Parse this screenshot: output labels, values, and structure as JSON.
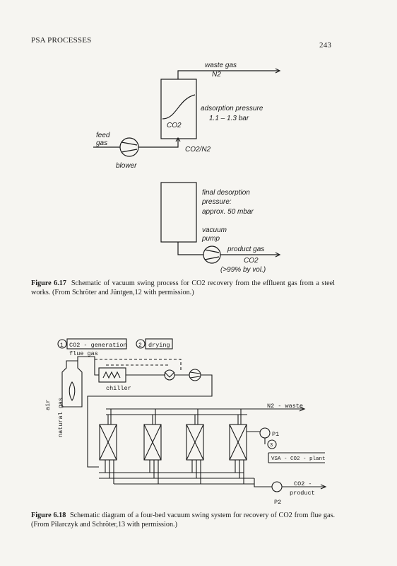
{
  "header": {
    "section_title": "PSA PROCESSES",
    "page_number": "243"
  },
  "figure_6_17": {
    "waste_gas": "waste gas",
    "n2": "N2",
    "adsorption_pressure": "adsorption pressure",
    "adsorption_range": "1.1 – 1.3 bar",
    "co2_bed": "CO2",
    "co2_n2": "CO2/N2",
    "feed": "feed",
    "gas": "gas",
    "blower": "blower",
    "final_desorption": "final desorption",
    "pressure": "pressure:",
    "approx": "approx. 50 mbar",
    "vacuum": "vacuum",
    "pump": "pump",
    "product_gas": "product gas",
    "co2_product": "CO2",
    "purity": "(>99% by vol.)",
    "caption_label": "Figure 6.17",
    "caption_text": "Schematic of vacuum swing process for CO2 recovery from the effluent gas from a steel works. (From Schröter and Jüntgen,12 with permission.)"
  },
  "figure_6_18": {
    "step1_num": "1",
    "step1_label": "CO2 - generation",
    "step2_num": "2",
    "step2_label": "drying",
    "flue_gas": "flue gas",
    "chiller": "chiller",
    "air": "air",
    "natural_gas": "natural gas",
    "n2_waste": "N2 - waste",
    "p1": "P1",
    "step3_num": "3",
    "vsa_plant": "VSA - CO2 - plant",
    "co2_product_line1": "CO2 -",
    "co2_product_line2": "product",
    "p2": "P2",
    "caption_label": "Figure 6.18",
    "caption_text": "Schematic diagram of a four-bed vacuum swing system for recovery of CO2 from flue gas. (From Pilarczyk and Schröter,13 with permission.)"
  }
}
